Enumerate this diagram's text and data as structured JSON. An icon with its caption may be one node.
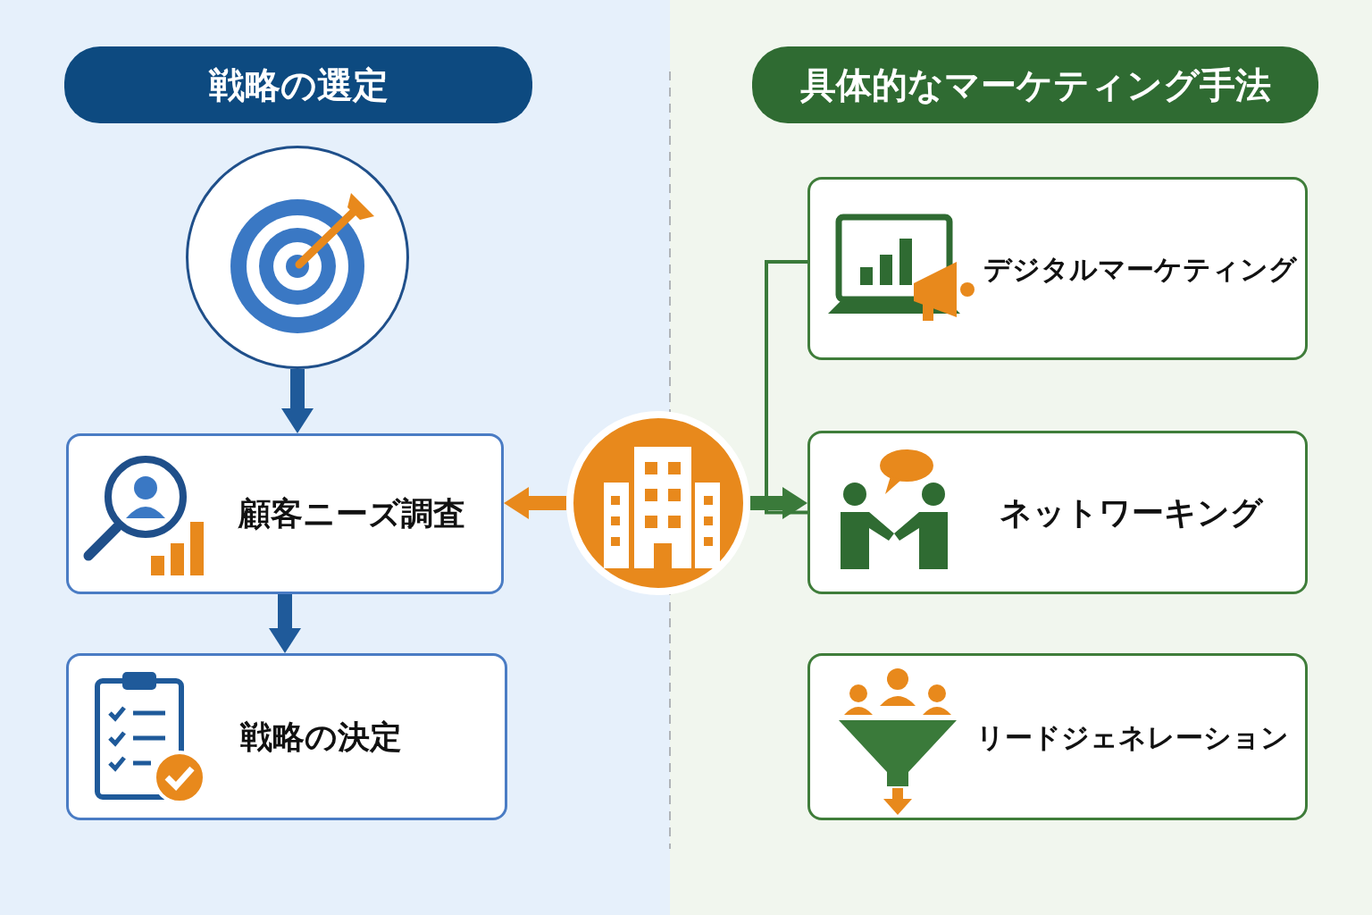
{
  "diagram": {
    "nodes": [
      {
        "text": [
          "戦略の選定"
        ]
      },
      {
        "text": [
          "具体的なマーケティング手法"
        ]
      },
      {
        "text": [],
        "shape": "circle"
      },
      {
        "text": [
          "顧客ニーズ調査"
        ]
      },
      {
        "text": [
          "戦略の決定"
        ]
      },
      {
        "text": [],
        "shape": "circle"
      },
      {
        "text": [
          "デジタルマーケティング"
        ]
      },
      {
        "text": [
          "ネットワーキング"
        ]
      },
      {
        "text": [
          "リードジェネレーション"
        ]
      }
    ],
    "edges": [
      {
        "from": 2,
        "to": 3,
        "arrow": "to",
        "color": "#1f5a9a"
      },
      {
        "from": 3,
        "to": 4,
        "arrow": "to",
        "color": "#1f5a9a"
      },
      {
        "from": 5,
        "to": 3,
        "arrow": "to",
        "color": "#e8891c"
      },
      {
        "from": 5,
        "to": 7,
        "arrow": "to",
        "color": "#3a7a3a"
      },
      {
        "from": 6,
        "to": 7,
        "arrow": "to",
        "color": "#3a7a3a"
      }
    ]
  }
}
